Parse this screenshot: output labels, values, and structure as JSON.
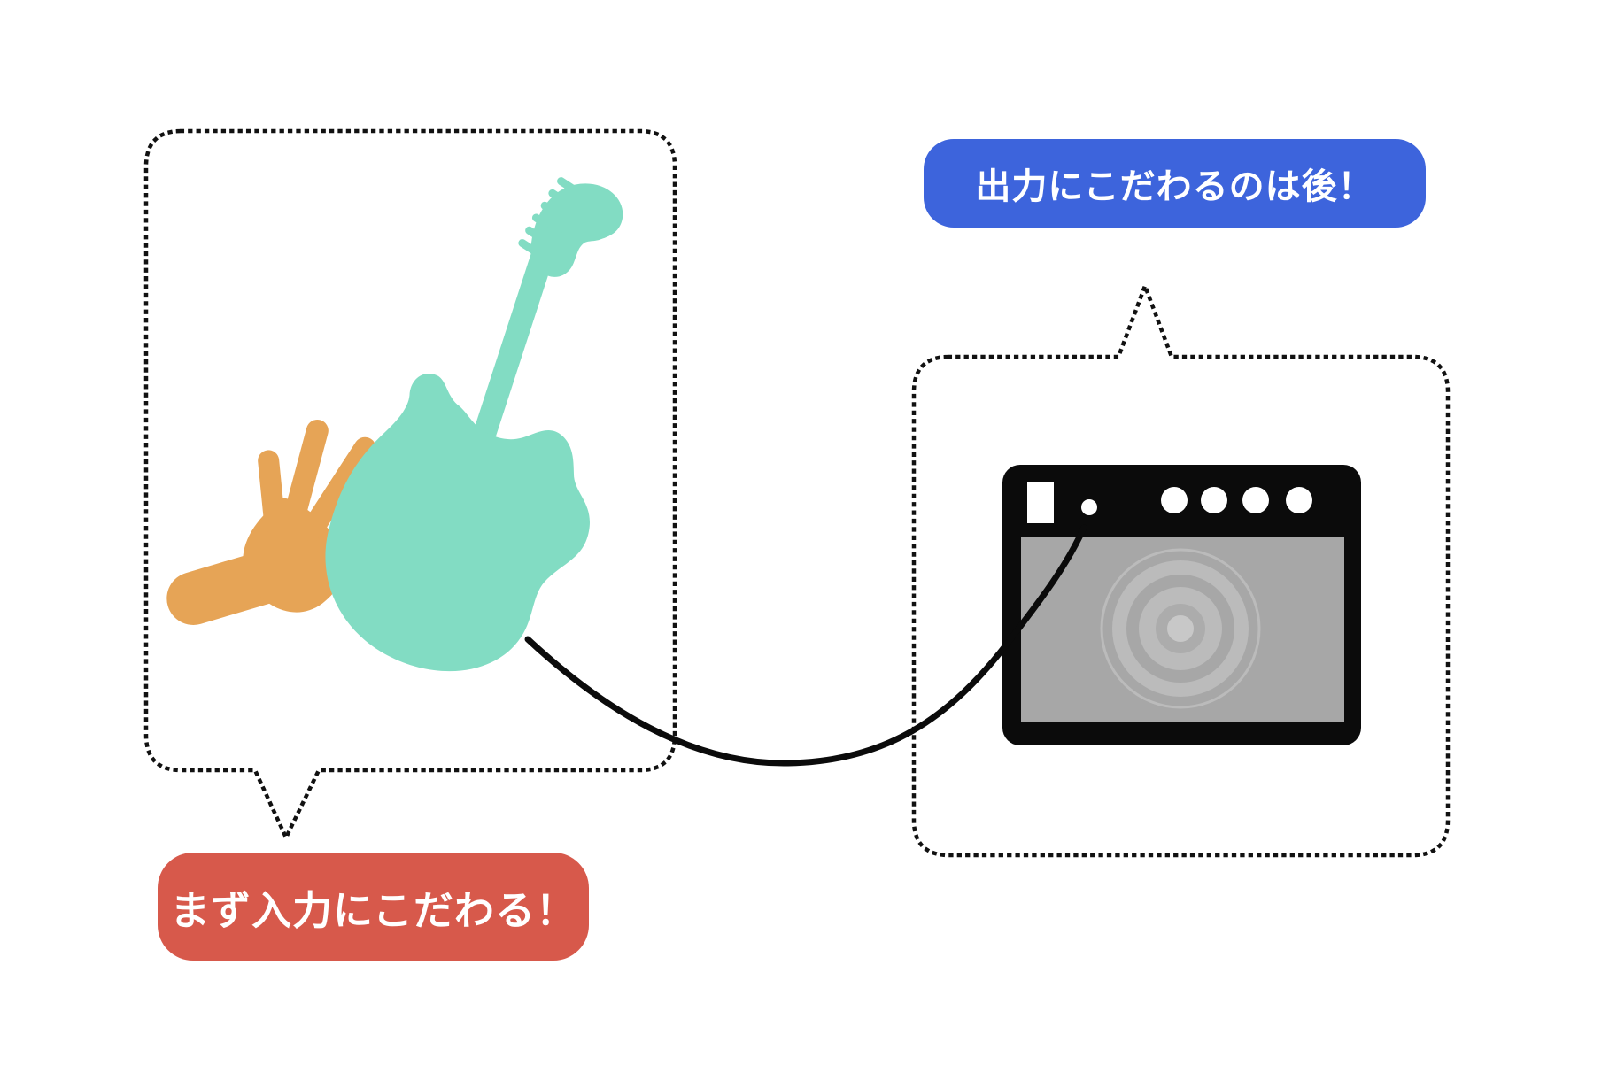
{
  "canvas": {
    "background": "#ffffff"
  },
  "callouts": {
    "input": {
      "text": "まず入力にこだわる！",
      "bg_color": "#D7594B",
      "text_color": "#ffffff"
    },
    "output": {
      "text": "出力にこだわるのは後！",
      "bg_color": "#3D64DC",
      "text_color": "#ffffff"
    }
  },
  "illustration": {
    "input_frame": {
      "icon": "dotted-speech-frame",
      "contains": [
        "hand-icon",
        "electric-guitar-icon"
      ],
      "outline_color": "#111111"
    },
    "output_frame": {
      "icon": "dotted-speech-frame",
      "contains": [
        "amplifier-icon"
      ],
      "outline_color": "#111111"
    },
    "hand": {
      "icon": "hand-icon",
      "color": "#E6A456"
    },
    "guitar": {
      "icon": "electric-guitar-icon",
      "color": "#82DCC3",
      "tuning_peg_count": 6
    },
    "amplifier": {
      "icon": "amplifier-icon",
      "body_color": "#0b0b0b",
      "grille_color": "#A7A7A7",
      "speaker_ring_colors": [
        "#BBBBBB",
        "#ACACAC",
        "#C8C8C8"
      ],
      "knob_count": 4,
      "detail_color": "#ffffff"
    },
    "cable": {
      "icon": "instrument-cable-icon",
      "color": "#0b0b0b"
    }
  }
}
